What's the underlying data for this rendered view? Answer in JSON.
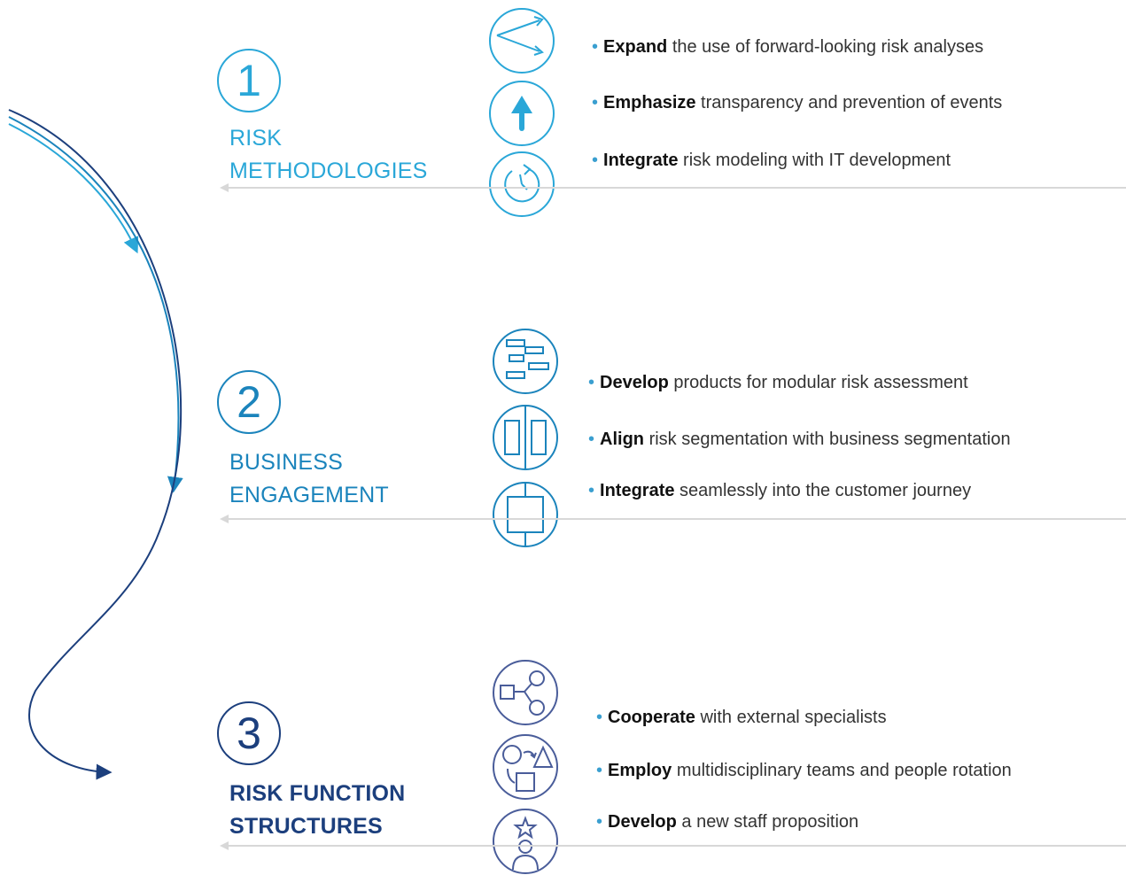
{
  "colors": {
    "level1": "#2aa7d8",
    "level2": "#1b84bc",
    "level3": "#1c3f7d",
    "bullet_dot": "#3a9fd0",
    "separator": "#d8d8d8"
  },
  "sections": [
    {
      "number": "1",
      "title_line1": "RISK",
      "title_line2": "METHODOLOGIES",
      "icons": [
        "diverging-arrows-icon",
        "upward-arrow-icon",
        "cycle-clock-icon"
      ],
      "bullets": [
        {
          "bold": "Expand",
          "rest": " the use of forward-looking risk analyses"
        },
        {
          "bold": "Emphasize",
          "rest": " transparency and prevention of events"
        },
        {
          "bold": "Integrate",
          "rest": " risk modeling with IT development"
        }
      ]
    },
    {
      "number": "2",
      "title_line1": "BUSINESS",
      "title_line2": "ENGAGEMENT",
      "icons": [
        "modular-blocks-icon",
        "split-columns-icon",
        "framed-square-icon"
      ],
      "bullets": [
        {
          "bold": "Develop",
          "rest": " products for modular risk assessment"
        },
        {
          "bold": "Align",
          "rest": " risk segmentation with business segmentation"
        },
        {
          "bold": "Integrate",
          "rest": " seamlessly into the customer journey"
        }
      ]
    },
    {
      "number": "3",
      "title_line1": "RISK FUNCTION",
      "title_line2": "STRUCTURES",
      "icons": [
        "network-nodes-icon",
        "shapes-rotation-icon",
        "person-star-icon"
      ],
      "bullets": [
        {
          "bold": "Cooperate",
          "rest": " with external specialists"
        },
        {
          "bold": "Employ",
          "rest": " multidisciplinary teams and people rotation"
        },
        {
          "bold": "Develop",
          "rest": " a new staff proposition"
        }
      ]
    }
  ]
}
